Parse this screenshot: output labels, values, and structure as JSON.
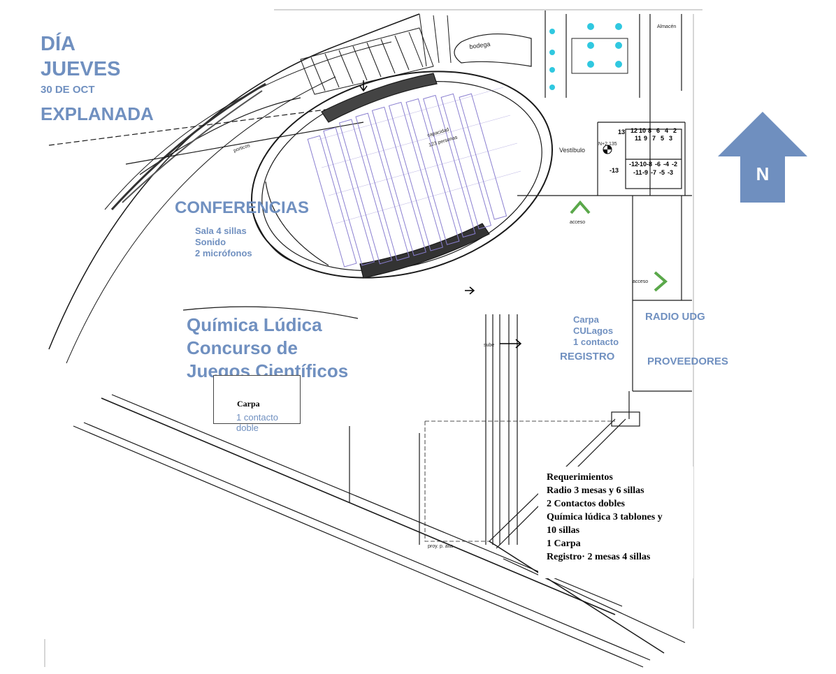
{
  "header": {
    "day_line1": "DÍA",
    "day_line2": "JUEVES",
    "date": "30 DE OCT",
    "location": "EXPLANADA"
  },
  "north_arrow": {
    "letter": "N",
    "color": "#6f8fbf",
    "icon": "north-arrow-icon"
  },
  "zones": {
    "conferencias": {
      "title": "CONFERENCIAS",
      "details": [
        "Sala 4 sillas",
        "Sonido",
        "2 micrófonos"
      ]
    },
    "quimica": {
      "line1": "Química Lúdica",
      "line2": "Concurso de",
      "line3": "Juegos Científicos"
    },
    "carpa_box": {
      "title": "Carpa",
      "line1": "1 contacto",
      "line2": "doble"
    },
    "carpa_culagos": {
      "line1": "Carpa",
      "line2": "CULagos",
      "line3": "1 contacto"
    },
    "registro": "REGISTRO",
    "radio": "RADIO UDG",
    "proveedores": "PROVEEDORES"
  },
  "requirements": {
    "title": "Requerimientos",
    "items": [
      "Radio 3 mesas y 6 sillas",
      "2 Contactos dobles",
      "Química lúdica 3 tablones y",
      "10 sillas",
      "1 Carpa",
      "Registro· 2 mesas 4 sillas"
    ]
  },
  "plan_labels": {
    "bodega": "bodega",
    "almacen": "Almacén",
    "vestibulo": "Vestíbulo",
    "acceso": "acceso",
    "acceso2": "acceso",
    "porticos": "porticos",
    "sube": "sube",
    "proy": "proy. p. alta",
    "capacidad": "capacidad",
    "personas": "123 personas",
    "nivel": "N+2.135",
    "stair_top": [
      "13",
      "12",
      "10",
      "8",
      "6",
      "4",
      "2"
    ],
    "stair_top2": [
      "11",
      "9",
      "7",
      "5",
      "3"
    ],
    "stair_bottom": [
      "-13",
      "-12",
      "-10",
      "-8",
      "-6",
      "-4",
      "-2"
    ],
    "stair_bottom2": [
      "-11",
      "-9",
      "-7",
      "-5",
      "-3"
    ]
  },
  "colors": {
    "label_blue": "#7090c0",
    "seats_purple": "#8a7fd0",
    "access_green": "#5aa84a",
    "fixture_cyan": "#30c8e0"
  }
}
